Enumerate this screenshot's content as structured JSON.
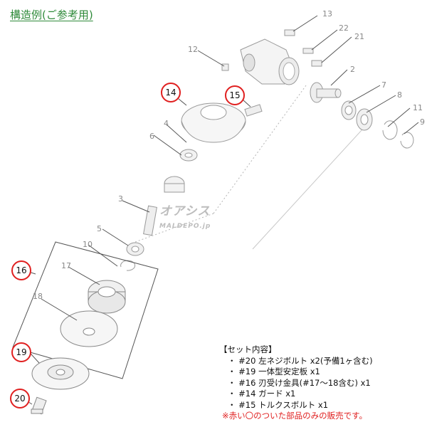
{
  "title": "構造例(ご参考用)",
  "watermark": {
    "line1": "オアシス",
    "line2": "MALDEPO.jp"
  },
  "callouts": [
    {
      "num": "13"
    },
    {
      "num": "22"
    },
    {
      "num": "21"
    },
    {
      "num": "12"
    },
    {
      "num": "2"
    },
    {
      "num": "14",
      "circled": true
    },
    {
      "num": "15",
      "circled": true
    },
    {
      "num": "7"
    },
    {
      "num": "8"
    },
    {
      "num": "11"
    },
    {
      "num": "9"
    },
    {
      "num": "4"
    },
    {
      "num": "6"
    },
    {
      "num": "3"
    },
    {
      "num": "5"
    },
    {
      "num": "10"
    },
    {
      "num": "16",
      "circled": true
    },
    {
      "num": "17"
    },
    {
      "num": "18"
    },
    {
      "num": "19",
      "circled": true
    },
    {
      "num": "20",
      "circled": true
    }
  ],
  "set": {
    "heading": "【セット内容】",
    "items": [
      "・ #20 左ネジボルト x2(予備1ヶ含む)",
      "・ #19 一体型安定板  x1",
      "・ #16 刃受け金具(#17～18含む)  x1",
      "・ #14 ガード x1",
      "・ #15 トルクスボルト x1"
    ],
    "note": "※赤い〇のついた部品のみの販売です。"
  },
  "colors": {
    "title": "#2f8a3a",
    "circle": "#e02020",
    "line": "#555555",
    "parts": "#999999"
  }
}
